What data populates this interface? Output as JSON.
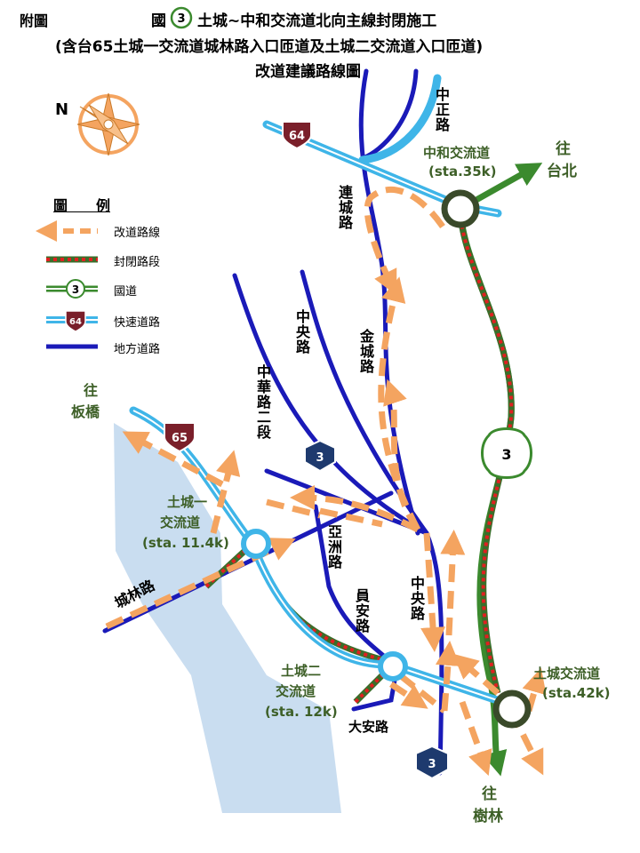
{
  "header": {
    "label": "附圖",
    "title_pre": "國",
    "title_post": "土城~中和交流道北向主線封閉施工",
    "subtitle": "(含台65土城一交流道城林路入口匝道及土城二交流道入口匝道)",
    "subtitle2": "改道建議路線圖"
  },
  "compass": {
    "label": "N"
  },
  "legend": {
    "title": "圖　　例",
    "items": [
      {
        "label": "改道路線"
      },
      {
        "label": "封閉路段"
      },
      {
        "label": "國道"
      },
      {
        "label": "快速道路"
      },
      {
        "label": "地方道路"
      }
    ]
  },
  "shields": {
    "national": "3",
    "expressway_64": "64",
    "expressway_65": "65",
    "provincial": "3"
  },
  "places": {
    "zhonghe": {
      "name": "中和交流道",
      "sta": "(sta.35k)"
    },
    "tucheng1": {
      "name1": "土城一",
      "name2": "交流道",
      "sta": "(sta. 11.4k)"
    },
    "tucheng2": {
      "name1": "土城二",
      "name2": "交流道",
      "sta": "(sta. 12k)"
    },
    "tucheng": {
      "name": "土城交流道",
      "sta": "(sta.42k)"
    },
    "to_taipei": {
      "line1": "往",
      "line2": "台北"
    },
    "to_banqiao": {
      "line1": "往",
      "line2": "板橋"
    },
    "to_shulin": {
      "line1": "往",
      "line2": "樹林"
    }
  },
  "roads": {
    "zhongzheng": "中正路",
    "liancheng": "連城路",
    "zhongyang_n": "中央路",
    "jincheng": "金城路",
    "zhonghua": "中華路二段",
    "yazhou": "亞洲路",
    "zhongyang_s": "中央路",
    "yongan": "員安路",
    "chenglin": "城林路",
    "daan": "大安路"
  },
  "colors": {
    "river": "#c9ddf0",
    "detour": "#f4a460",
    "closure_red": "#e02020",
    "closure_green": "#3a6e2a",
    "freeway": "#3b8a2e",
    "expressway": "#3fb5e8",
    "local": "#1a1ab8",
    "label_green": "#3d5f27"
  }
}
